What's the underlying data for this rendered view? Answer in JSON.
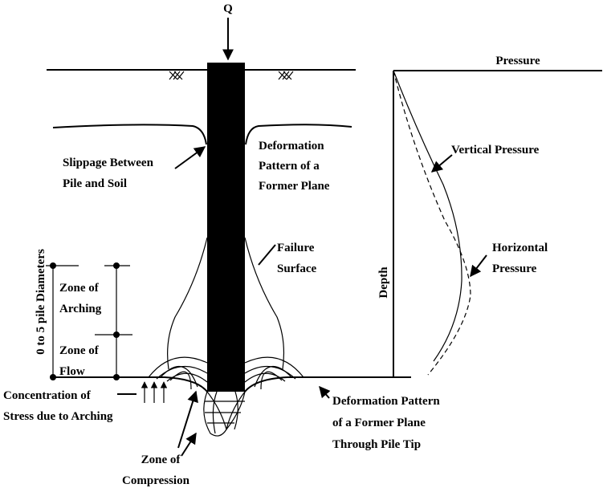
{
  "load_label": "Q",
  "pressure_axis_label": "Pressure",
  "depth_axis_label": "Depth",
  "curve_vertical_label": "Vertical Pressure",
  "curve_horizontal_label": [
    "Horizontal",
    "Pressure"
  ],
  "slippage_label": [
    "Slippage Between",
    "Pile and Soil"
  ],
  "deformation_former_plane_label": [
    "Deformation",
    "Pattern of a",
    "Former Plane"
  ],
  "failure_surface_label": [
    "Failure",
    "Surface"
  ],
  "zone_arching_label": [
    "Zone of",
    "Arching"
  ],
  "zone_flow_label": [
    "Zone of",
    "Flow"
  ],
  "pile_diameters_label": "0 to 5 pile Diameters",
  "concentration_label": [
    "Concentration of",
    "Stress due to Arching"
  ],
  "deformation_tip_label": [
    "Deformation Pattern",
    "of a Former Plane",
    "Through  Pile Tip"
  ],
  "zone_compression_label": [
    "Zone of",
    "Compression"
  ]
}
